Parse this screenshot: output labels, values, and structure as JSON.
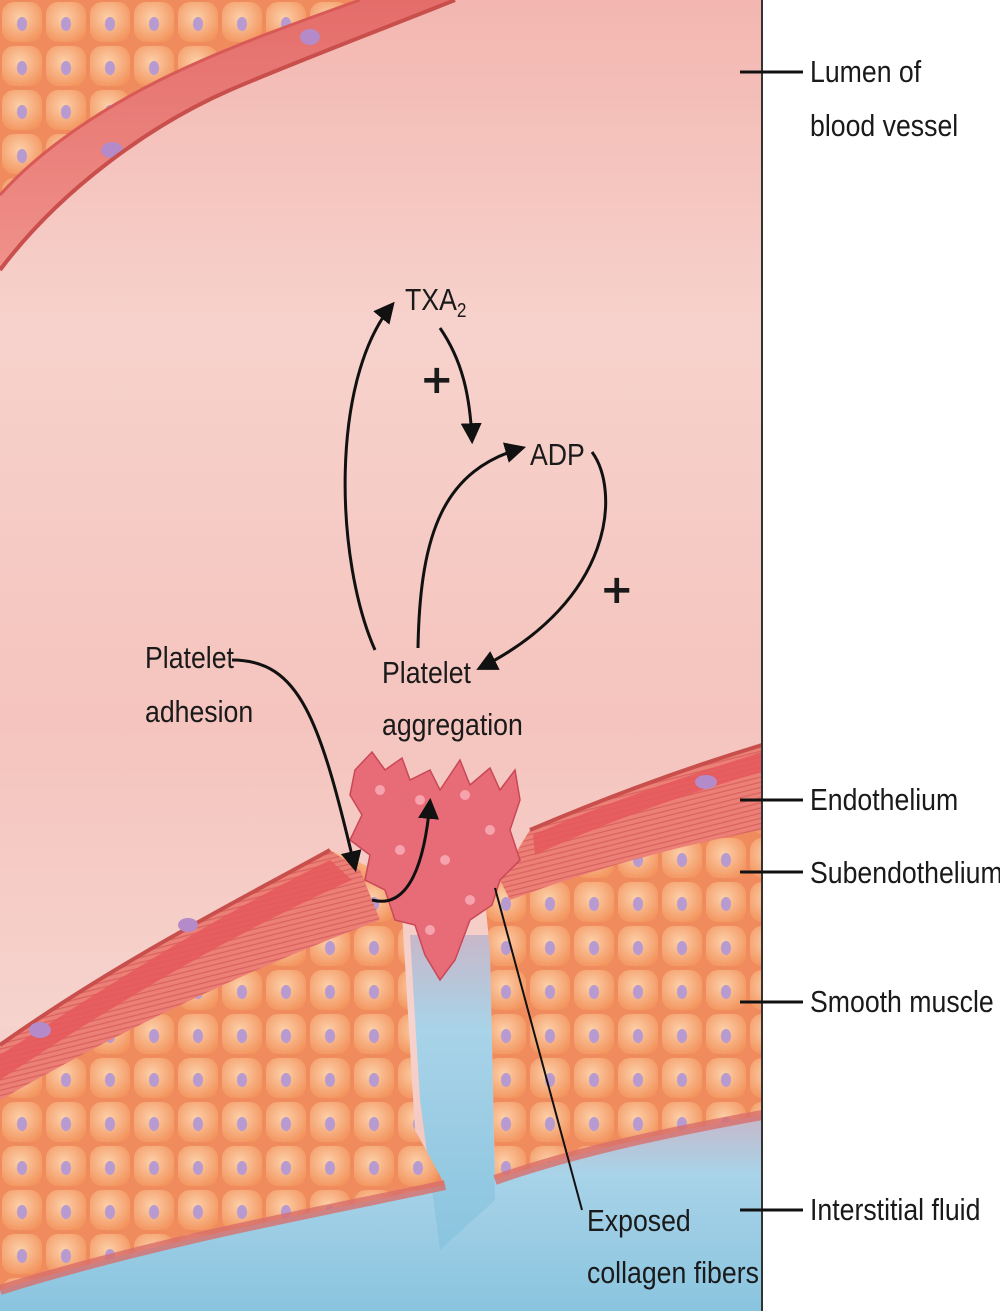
{
  "labels": {
    "lumen": [
      "Lumen of",
      "blood vessel"
    ],
    "endothelium": "Endothelium",
    "subendothelium": "Subendothelium",
    "smooth_muscle": "Smooth muscle",
    "interstitial_fluid": "Interstitial fluid",
    "exposed_collagen": [
      "Exposed",
      "collagen fibers"
    ],
    "platelet_adhesion": [
      "Platelet",
      "adhesion"
    ],
    "platelet_aggregation": [
      "Platelet",
      "aggregation"
    ],
    "txa2": "TXA",
    "txa2_subscript": "2",
    "adp": "ADP",
    "plus_sign": "+"
  },
  "colors": {
    "lumen": "#f4c2bc",
    "vessel_wall": "#e0716d",
    "endothelial_cell": "#e85f5f",
    "smooth_muscle_cell": "#f7ab7c",
    "nucleus": "#b58ac8",
    "interstitial_fluid": "#9fd0e6",
    "platelet": "#e86c78",
    "arrow": "#111111"
  }
}
